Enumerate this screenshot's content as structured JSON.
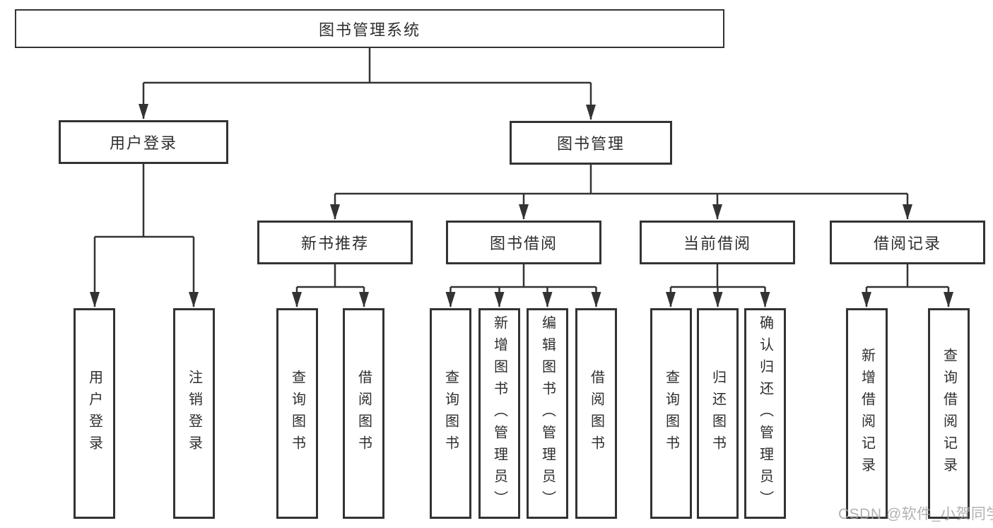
{
  "diagram": {
    "type": "hierarchy",
    "root": {
      "label": "图书管理系统"
    },
    "level2": [
      {
        "label": "用户登录",
        "children": [
          "用户登录",
          "注销登录"
        ]
      },
      {
        "label": "图书管理"
      }
    ],
    "level3": [
      {
        "label": "新书推荐",
        "children": [
          "查询图书",
          "借阅图书"
        ]
      },
      {
        "label": "图书借阅",
        "children": [
          "查询图书",
          "新增图书（管理员）",
          "编辑图书（管理员）",
          "借阅图书"
        ]
      },
      {
        "label": "当前借阅",
        "children": [
          "查询图书",
          "归还图书",
          "确认归还（管理员）"
        ]
      },
      {
        "label": "借阅记录",
        "children": [
          "新增借阅记录",
          "查询借阅记录"
        ]
      }
    ],
    "colors": {
      "stroke": "#333333",
      "text": "#2e2e2e",
      "background": "#ffffff",
      "watermark": "#a3a3a3"
    }
  },
  "watermark": {
    "text": "CSDN @软件_小贺同学"
  }
}
